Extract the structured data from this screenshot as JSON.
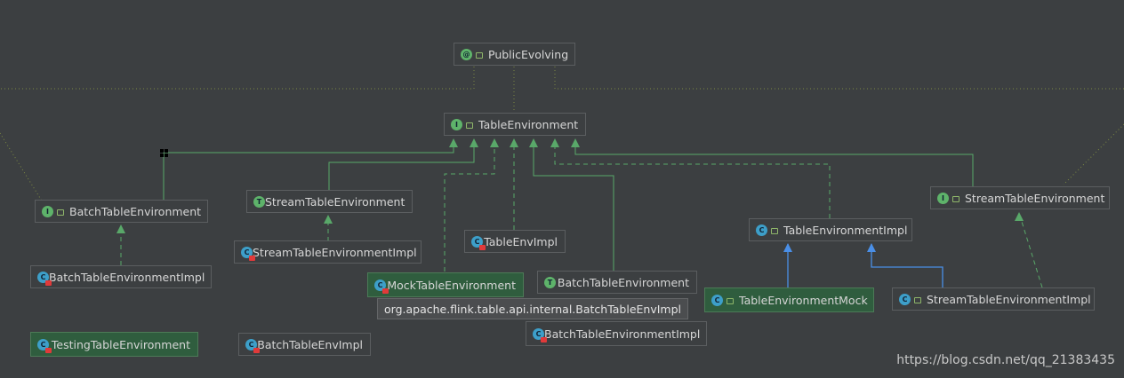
{
  "diagram": {
    "nodes": {
      "public_evolving": {
        "label": "PublicEvolving",
        "icon": "annotation-icon",
        "glyph": "@"
      },
      "table_environment": {
        "label": "TableEnvironment",
        "icon": "interface-icon",
        "glyph": "I"
      },
      "batch_table_environment": {
        "label": "BatchTableEnvironment",
        "icon": "interface-icon",
        "glyph": "I"
      },
      "stream_table_environment_trait": {
        "label": "StreamTableEnvironment",
        "icon": "trait-icon",
        "glyph": "T"
      },
      "stream_table_environment_impl_1": {
        "label": "StreamTableEnvironmentImpl",
        "icon": "abstract-class-icon",
        "glyph": "C"
      },
      "table_env_impl": {
        "label": "TableEnvImpl",
        "icon": "abstract-class-icon",
        "glyph": "C"
      },
      "table_environment_impl": {
        "label": "TableEnvironmentImpl",
        "icon": "class-icon",
        "glyph": "C"
      },
      "stream_table_environment_interface": {
        "label": "StreamTableEnvironment",
        "icon": "interface-icon",
        "glyph": "I"
      },
      "batch_table_environment_impl_1": {
        "label": "BatchTableEnvironmentImpl",
        "icon": "abstract-class-icon",
        "glyph": "C"
      },
      "mock_table_environment": {
        "label": "MockTableEnvironment",
        "icon": "abstract-class-icon",
        "glyph": "C"
      },
      "batch_table_environment_trait": {
        "label": "BatchTableEnvironment",
        "icon": "trait-icon",
        "glyph": "T"
      },
      "table_environment_mock": {
        "label": "TableEnvironmentMock",
        "icon": "class-icon",
        "glyph": "C"
      },
      "stream_table_environment_impl_2": {
        "label": "StreamTableEnvironmentImpl",
        "icon": "class-icon",
        "glyph": "C"
      },
      "testing_table_environment": {
        "label": "TestingTableEnvironment",
        "icon": "abstract-class-icon",
        "glyph": "C"
      },
      "batch_table_env_impl": {
        "label": "BatchTableEnvImpl",
        "icon": "abstract-class-icon",
        "glyph": "C"
      },
      "batch_table_environment_impl_2": {
        "label": "BatchTableEnvironmentImpl",
        "icon": "abstract-class-icon",
        "glyph": "C"
      }
    },
    "tooltip": "org.apache.flink.table.api.internal.BatchTableEnvImpl",
    "colors": {
      "extends": "#59a869",
      "implements": "#4a8fe7",
      "annotation": "#7d8a43",
      "background": "#3c3f41"
    }
  },
  "watermark": "https://blog.csdn.net/qq_21383435"
}
